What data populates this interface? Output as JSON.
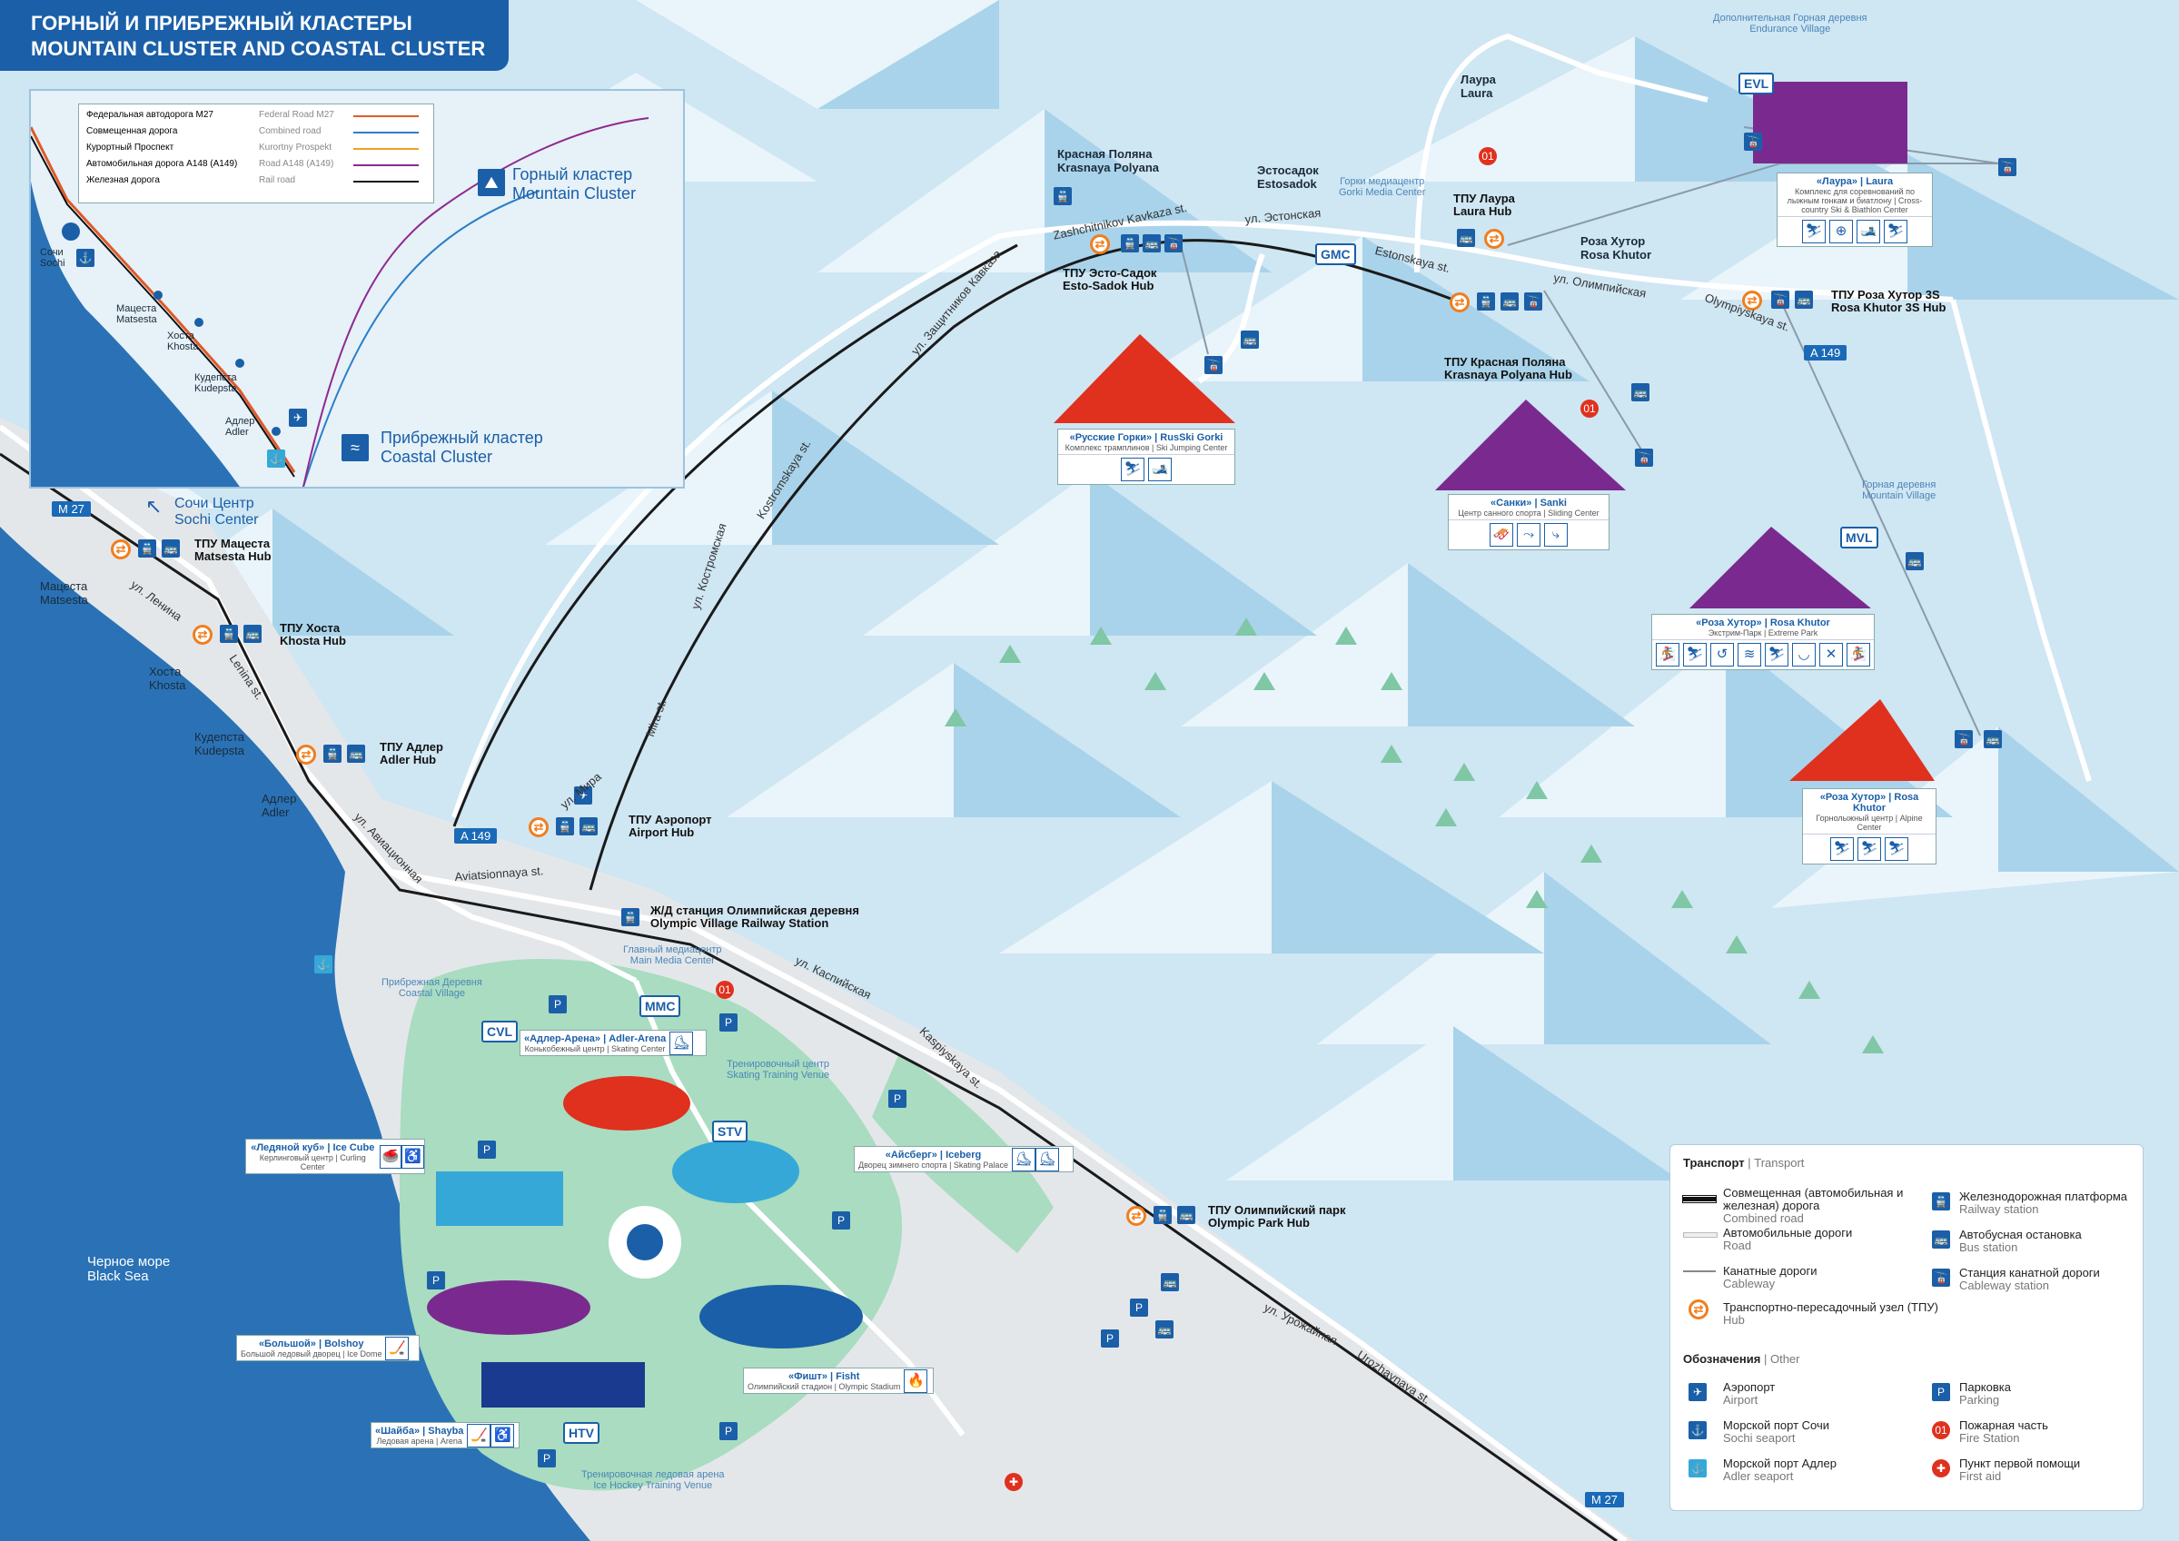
{
  "title": {
    "ru": "ГОРНЫЙ И ПРИБРЕЖНЫЙ КЛАСТЕРЫ",
    "en": "MOUNTAIN CLUSTER AND COASTAL CLUSTER"
  },
  "colors": {
    "title_bg": "#1a5fa8",
    "sea": "#2a72b5",
    "mountain_light": "#e9f5fb",
    "mountain_mid": "#b9dcef",
    "coastal_green": "#a9dcc0",
    "hub_orange": "#f07e1e",
    "federal_road": "#e05a28",
    "combined_road": "#2a7fc8",
    "kurortny": "#f0a020",
    "road_a148": "#8e2a8e",
    "rail": "#111111"
  },
  "inset": {
    "legend": [
      {
        "ru": "Федеральная автодорога М27",
        "en": "Federal Road M27"
      },
      {
        "ru": "Совмещенная дорога",
        "en": "Combined road"
      },
      {
        "ru": "Курортный Проспект",
        "en": "Kurortny Prospekt"
      },
      {
        "ru": "Автомобильная дорога А148 (А149)",
        "en": "Road A148 (A149)"
      },
      {
        "ru": "Железная дорога",
        "en": "Rail road"
      }
    ],
    "mountain": {
      "ru": "Горный кластер",
      "en": "Mountain Cluster"
    },
    "coastal": {
      "ru": "Прибрежный кластер",
      "en": "Coastal Cluster"
    },
    "towns": [
      {
        "ru": "Сочи",
        "en": "Sochi"
      },
      {
        "ru": "Мацеста",
        "en": "Matsesta"
      },
      {
        "ru": "Хоста",
        "en": "Khosta"
      },
      {
        "ru": "Кудепста",
        "en": "Kudepsta"
      },
      {
        "ru": "Адлер",
        "en": "Adler"
      }
    ]
  },
  "sochi_center": {
    "ru": "Сочи Центр",
    "en": "Sochi Center"
  },
  "towns": [
    {
      "ru": "Мацеста",
      "en": "Matsesta"
    },
    {
      "ru": "Хоста",
      "en": "Khosta"
    },
    {
      "ru": "Кудепста",
      "en": "Kudepsta"
    },
    {
      "ru": "Адлер",
      "en": "Adler"
    }
  ],
  "hubs": {
    "matsesta": {
      "ru": "ТПУ Мацеста",
      "en": "Matsesta Hub"
    },
    "khosta": {
      "ru": "ТПУ Хоста",
      "en": "Khosta Hub"
    },
    "adler": {
      "ru": "ТПУ Адлер",
      "en": "Adler Hub"
    },
    "airport": {
      "ru": "ТПУ Аэропорт",
      "en": "Airport Hub"
    },
    "olympic_park": {
      "ru": "ТПУ Олимпийский парк",
      "en": "Olympic Park Hub"
    },
    "esto_sadok": {
      "ru": "ТПУ Эсто-Садок",
      "en": "Esto-Sadok Hub"
    },
    "krasnaya_polyana": {
      "ru": "ТПУ Красная Поляна",
      "en": "Krasnaya Polyana Hub"
    },
    "laura": {
      "ru": "ТПУ Лаура",
      "en": "Laura Hub"
    },
    "rosa_khutor_3s": {
      "ru": "ТПУ Роза Хутор 3S",
      "en": "Rosa Khutor 3S Hub"
    }
  },
  "railway_olympic_village": {
    "ru": "Ж/Д станция Олимпийская деревня",
    "en": "Olympic Village Railway Station"
  },
  "places": {
    "krasnaya_polyana": {
      "ru": "Красная Поляна",
      "en": "Krasnaya Polyana"
    },
    "estosadok": {
      "ru": "Эстосадок",
      "en": "Estosadok"
    },
    "laura": {
      "ru": "Лаура",
      "en": "Laura"
    },
    "rosa_khutor": {
      "ru": "Роза Хутор",
      "en": "Rosa Khutor"
    },
    "gorki_media": {
      "ru": "Горки медиацентр",
      "en": "Gorki Media Center"
    },
    "endurance_village": {
      "ru": "Дополнительная Горная деревня",
      "en": "Endurance Village"
    },
    "mountain_village": {
      "ru": "Горная деревня",
      "en": "Mountain Village"
    },
    "coastal_village": {
      "ru": "Прибрежная Деревня",
      "en": "Coastal Village"
    },
    "main_media": {
      "ru": "Главный медиацентр",
      "en": "Main Media Center"
    },
    "skating_training": {
      "ru": "Тренировочный центр",
      "en": "Skating Training Venue"
    },
    "hockey_training": {
      "ru": "Тренировочная ледовая арена",
      "en": "Ice Hockey Training Venue"
    }
  },
  "village_codes": {
    "evl": "EVL",
    "gmc": "GMC",
    "mvl": "MVL",
    "cvl": "CVL",
    "mmc": "MMC",
    "stv": "STV",
    "htv": "HTV"
  },
  "streets": {
    "zashchitnikov": "ул. Защитников Кавказа",
    "zashchitnikov_en": "Zashchitnikov Kavkaza st.",
    "estonskaya": "ул. Эстонская",
    "estonskaya_en": "Estonskaya st.",
    "olimpiyskaya": "ул. Олимпийская",
    "olimpiyskaya_en": "Olympiyskaya st.",
    "kostromskaya": "ул. Костромская",
    "kostromskaya_en": "Kostromskaya st.",
    "mira": "ул. Мира",
    "mira_en": "Mira st.",
    "lenina": "ул. Ленина",
    "lenina_en": "Lenina st.",
    "aviatsionnaya": "ул. Авиационная",
    "aviatsionnaya_en": "Aviatsionnaya st.",
    "kaspiyskaya": "ул. Каспийская",
    "kaspiyskaya_en": "Kaspiyskaya st.",
    "urozhaynaya": "ул. Урожайная",
    "urozhaynaya_en": "Urozhaynaya st."
  },
  "road_badges": {
    "m27": "M 27",
    "a149": "A 149"
  },
  "sea": {
    "ru": "Черное море",
    "en": "Black Sea"
  },
  "mountain_venues": [
    {
      "title": "«Русские Горки» | RusSki Gorki",
      "sub": "Комплекс трамплинов | Ski Jumping Center",
      "color": "#e0301e",
      "icons": [
        "ski-jump",
        "nordic-combined"
      ]
    },
    {
      "title": "«Санки» | Sanki",
      "sub": "Центр санного спорта | Sliding Center",
      "color": "#7a2a8e",
      "icons": [
        "bobsleigh",
        "luge",
        "skeleton"
      ]
    },
    {
      "title": "«Роза Хутор» | Rosa Khutor",
      "sub": "Экстрим-Парк | Extreme Park",
      "color": "#7a2a8e",
      "icons": [
        "snowboard",
        "freestyle",
        "aerials",
        "moguls",
        "slopestyle",
        "halfpipe",
        "ski-cross",
        "boardercross"
      ]
    },
    {
      "title": "«Роза Хутор» | Rosa Khutor",
      "sub": "Горнолыжный центр | Alpine Center",
      "color": "#e0301e",
      "icons": [
        "downhill",
        "slalom",
        "super-g"
      ]
    },
    {
      "title": "«Лаура» | Laura",
      "sub": "Комплекс для соревнований по лыжным гонкам и биатлону | Cross-country Ski & Biathlon Center",
      "color": "#7a2a8e",
      "icons": [
        "cross-country",
        "biathlon",
        "ski",
        "combined"
      ]
    }
  ],
  "coastal_venues": {
    "adler_arena": {
      "title": "«Адлер-Арена» | Adler-Arena",
      "sub": "Конькобежный центр | Skating Center"
    },
    "ice_cube": {
      "title": "«Ледяной куб» | Ice Cube",
      "sub": "Керлинговый центр | Curling Center"
    },
    "iceberg": {
      "title": "«Айсберг» | Iceberg",
      "sub": "Дворец зимнего спорта | Skating Palace"
    },
    "bolshoy": {
      "title": "«Большой» | Bolshoy",
      "sub": "Большой ледовый дворец | Ice Dome"
    },
    "fisht": {
      "title": "«Фишт» | Fisht",
      "sub": "Олимпийский стадион | Olympic Stadium"
    },
    "shayba": {
      "title": "«Шайба» | Shayba",
      "sub": "Ледовая арена | Arena"
    }
  },
  "legend": {
    "transport": "Транспорт",
    "transport_en": "Transport",
    "items": [
      {
        "ru": "Совмещенная (автомобильная и железная) дорога",
        "en": "Combined road"
      },
      {
        "ru": "Автомобильные дороги",
        "en": "Road"
      },
      {
        "ru": "Канатные дороги",
        "en": "Cableway"
      },
      {
        "ru": "Транспортно-пересадочный узел (ТПУ)",
        "en": "Hub"
      },
      {
        "ru": "Железнодорожная платформа",
        "en": "Railway station"
      },
      {
        "ru": "Автобусная остановка",
        "en": "Bus station"
      },
      {
        "ru": "Станция канатной дороги",
        "en": "Cableway station"
      }
    ],
    "other": "Обозначения",
    "other_en": "Other",
    "other_items": [
      {
        "ru": "Аэропорт",
        "en": "Airport"
      },
      {
        "ru": "Морской порт Сочи",
        "en": "Sochi seaport"
      },
      {
        "ru": "Морской порт Адлер",
        "en": "Adler seaport"
      },
      {
        "ru": "Парковка",
        "en": "Parking"
      },
      {
        "ru": "Пожарная часть",
        "en": "Fire Station"
      },
      {
        "ru": "Пункт первой помощи",
        "en": "First aid"
      }
    ]
  }
}
